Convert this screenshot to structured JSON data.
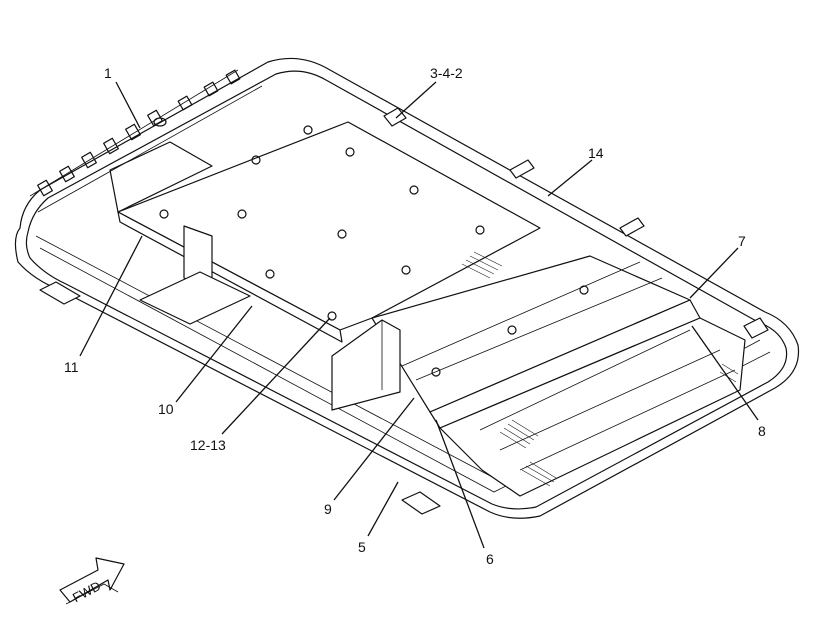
{
  "diagram": {
    "callouts": [
      {
        "id": "c1",
        "label": "1"
      },
      {
        "id": "c3",
        "label": "3-4-2"
      },
      {
        "id": "c14",
        "label": "14"
      },
      {
        "id": "c7",
        "label": "7"
      },
      {
        "id": "c8",
        "label": "8"
      },
      {
        "id": "c11",
        "label": "11"
      },
      {
        "id": "c10",
        "label": "10"
      },
      {
        "id": "c12",
        "label": "12-13"
      },
      {
        "id": "c9",
        "label": "9"
      },
      {
        "id": "c5",
        "label": "5"
      },
      {
        "id": "c6",
        "label": "6"
      }
    ],
    "fwd_arrow": {
      "label": "FWD"
    }
  }
}
